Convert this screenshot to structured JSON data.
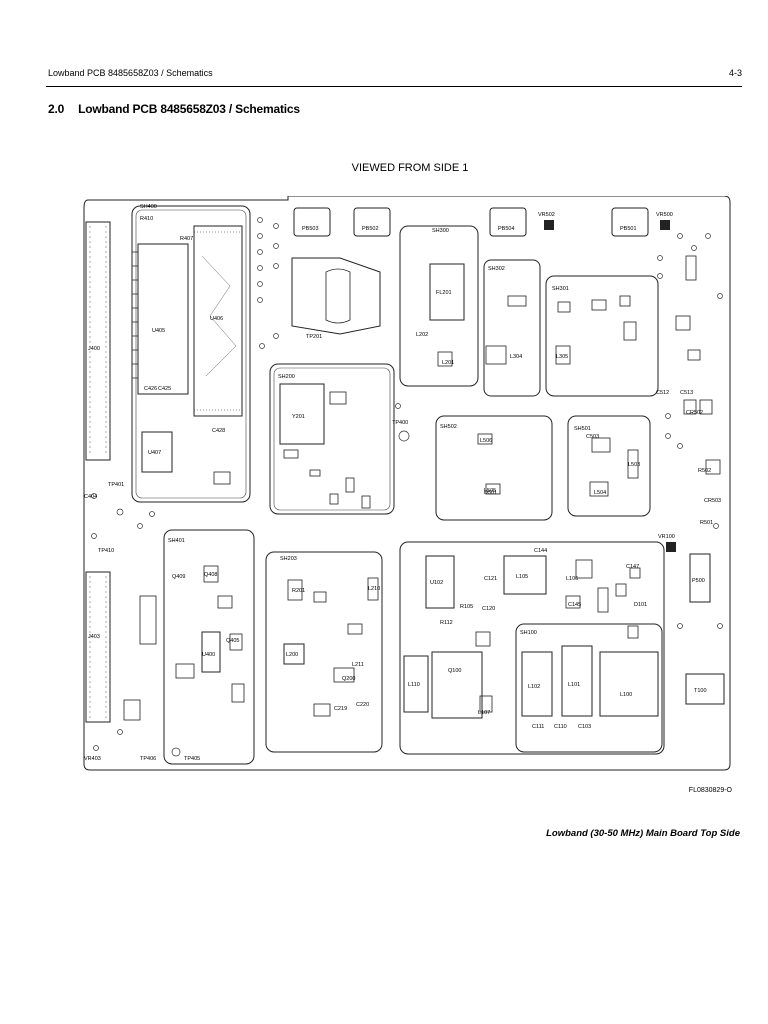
{
  "header": {
    "running_title": "Lowband PCB 8485658Z03 / Schematics",
    "page_number": "4-3"
  },
  "section": {
    "number": "2.0",
    "title": "Lowband PCB 8485658Z03 / Schematics"
  },
  "view_label": "VIEWED FROM SIDE 1",
  "figure_id": "FL0830829-O",
  "caption": "Lowband (30-50 MHz)  Main Board Top Side",
  "board": {
    "shield_labels": [
      "SH400",
      "SH200",
      "SH300",
      "SH302",
      "SH301",
      "SH502",
      "SH501",
      "SH401",
      "SH203",
      "SH100"
    ],
    "component_labels": [
      "J400",
      "U405",
      "U406",
      "U407",
      "Y201",
      "FL201",
      "L201",
      "L202",
      "U102",
      "L105",
      "L110",
      "Q100",
      "L107",
      "L102",
      "L101",
      "L100",
      "T100",
      "J403",
      "U400",
      "TP201",
      "L200",
      "L210",
      "PB503",
      "PB502",
      "PB504",
      "PB501",
      "VR502",
      "VR500",
      "VR100",
      "P500",
      "CR502",
      "CR503",
      "C404",
      "C428",
      "L504",
      "L505",
      "L503",
      "L506",
      "D501",
      "D101",
      "L304",
      "L305",
      "C503",
      "C512",
      "C513",
      "R502",
      "R501",
      "TP400",
      "TP405",
      "TP406",
      "TP410",
      "TP401",
      "VR403",
      "R410",
      "R407",
      "C426",
      "C425",
      "Q409",
      "Q408",
      "Q405",
      "C120",
      "C121",
      "C111",
      "C110",
      "C103",
      "R112",
      "R105",
      "C147",
      "C145",
      "C144",
      "L106",
      "C219",
      "C220",
      "Q200",
      "L211",
      "R201"
    ]
  }
}
